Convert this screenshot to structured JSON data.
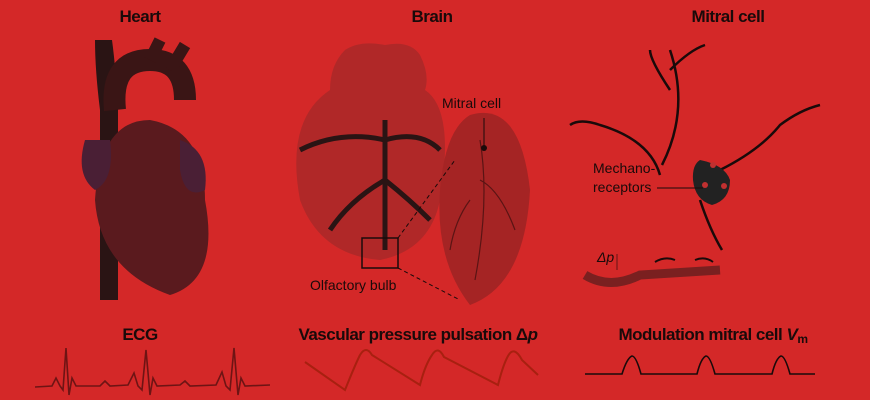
{
  "panels": {
    "heart": {
      "title": "Heart"
    },
    "brain": {
      "title": "Brain",
      "labels": {
        "mitral_cell": "Mitral cell",
        "olfactory_bulb": "Olfactory bulb"
      }
    },
    "mitral": {
      "title": "Mitral cell",
      "labels": {
        "mechano_line1": "Mechano-",
        "mechano_line2": "receptors",
        "delta_p": "Δp"
      }
    }
  },
  "traces": {
    "ecg": {
      "title": "ECG"
    },
    "vascular": {
      "title_main": "Vascular pressure pulsation Δ",
      "title_var": "p"
    },
    "modulation": {
      "title_main": "Modulation mitral cell ",
      "title_var": "V",
      "title_sub": "m"
    }
  },
  "colors": {
    "background": "#d42828",
    "ink": "#1a0a0a",
    "dark_red": "#6e1414",
    "pressure": "#a82010"
  }
}
